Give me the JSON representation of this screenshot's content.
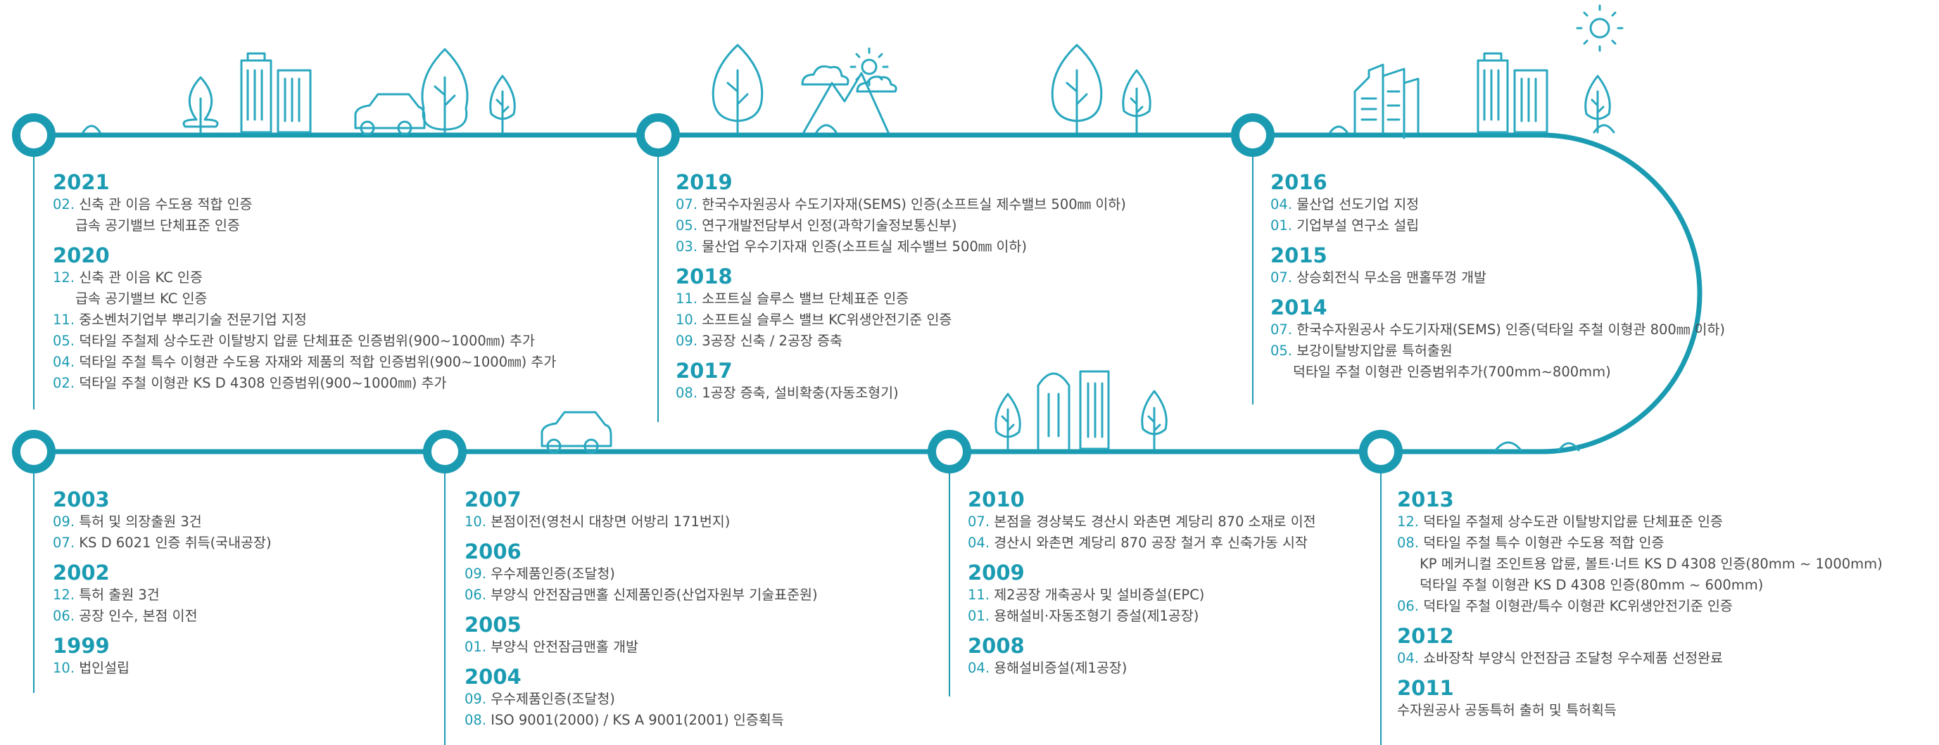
{
  "colors": {
    "accent": "#1b9bb2",
    "icon_stroke": "#2aa8bf",
    "text": "#4a4a4a"
  },
  "columns": [
    {
      "years": [
        {
          "year": "2021",
          "entries": [
            {
              "m": "02.",
              "t": "신축 관 이음 수도용 적합 인증"
            },
            {
              "m": "",
              "t": "급속 공기밸브 단체표준 인증",
              "cont": true
            }
          ]
        },
        {
          "year": "2020",
          "entries": [
            {
              "m": "12.",
              "t": "신축 관 이음 KC 인증"
            },
            {
              "m": "",
              "t": "급속 공기밸브 KC 인증",
              "cont": true
            },
            {
              "m": "11.",
              "t": "중소벤처기업부 뿌리기술 전문기업 지정"
            },
            {
              "m": "05.",
              "t": "덕타일 주철제 상수도관 이탈방지 압륜 단체표준 인증범위(900~1000㎜) 추가"
            },
            {
              "m": "04.",
              "t": "덕타일 주철 특수 이형관 수도용 자재와 제품의 적합 인증범위(900~1000㎜) 추가"
            },
            {
              "m": "02.",
              "t": "덕타일 주철 이형관 KS D 4308 인증범위(900~1000㎜) 추가"
            }
          ]
        }
      ]
    },
    {
      "years": [
        {
          "year": "2019",
          "entries": [
            {
              "m": "07.",
              "t": "한국수자원공사 수도기자재(SEMS) 인증(소프트실 제수밸브 500㎜ 이하)"
            },
            {
              "m": "05.",
              "t": "연구개발전담부서 인정(과학기술정보통신부)"
            },
            {
              "m": "03.",
              "t": "물산업 우수기자재 인증(소프트실 제수밸브 500㎜ 이하)"
            }
          ]
        },
        {
          "year": "2018",
          "entries": [
            {
              "m": "11.",
              "t": "소프트실 슬루스 밸브 단체표준 인증"
            },
            {
              "m": "10.",
              "t": "소프트실 슬루스 밸브 KC위생안전기준 인증"
            },
            {
              "m": "09.",
              "t": "3공장 신축 / 2공장 증축"
            }
          ]
        },
        {
          "year": "2017",
          "entries": [
            {
              "m": "08.",
              "t": "1공장 증축, 설비확충(자동조형기)"
            }
          ]
        }
      ]
    },
    {
      "years": [
        {
          "year": "2016",
          "entries": [
            {
              "m": "04.",
              "t": "물산업 선도기업 지정"
            },
            {
              "m": "01.",
              "t": "기업부설 연구소 설립"
            }
          ]
        },
        {
          "year": "2015",
          "entries": [
            {
              "m": "07.",
              "t": "상승회전식 무소음 맨홀뚜껑 개발"
            }
          ]
        },
        {
          "year": "2014",
          "entries": [
            {
              "m": "07.",
              "t": "한국수자원공사 수도기자재(SEMS) 인증(덕타일 주철 이형관 800㎜ 이하)"
            },
            {
              "m": "05.",
              "t": "보강이탈방지압륜 특허출원"
            },
            {
              "m": "",
              "t": "덕타일 주철 이형관 인증범위추가(700mm~800mm)",
              "cont": true
            }
          ]
        }
      ]
    },
    {
      "years": [
        {
          "year": "2003",
          "entries": [
            {
              "m": "09.",
              "t": "특허 및 의장출원 3건"
            },
            {
              "m": "07.",
              "t": "KS D 6021 인증 취득(국내공장)"
            }
          ]
        },
        {
          "year": "2002",
          "entries": [
            {
              "m": "12.",
              "t": "특허 출원 3건"
            },
            {
              "m": "06.",
              "t": "공장 인수, 본점 이전"
            }
          ]
        },
        {
          "year": "1999",
          "entries": [
            {
              "m": "10.",
              "t": "법인설립"
            }
          ]
        }
      ]
    },
    {
      "years": [
        {
          "year": "2007",
          "entries": [
            {
              "m": "10.",
              "t": "본점이전(영천시 대창면 어방리 171번지)"
            }
          ]
        },
        {
          "year": "2006",
          "entries": [
            {
              "m": "09.",
              "t": "우수제품인증(조달청)"
            },
            {
              "m": "06.",
              "t": "부양식 안전잠금맨홀 신제품인증(산업자원부 기술표준원)"
            }
          ]
        },
        {
          "year": "2005",
          "entries": [
            {
              "m": "01.",
              "t": "부양식 안전잠금맨홀 개발"
            }
          ]
        },
        {
          "year": "2004",
          "entries": [
            {
              "m": "09.",
              "t": "우수제품인증(조달청)"
            },
            {
              "m": "08.",
              "t": "ISO 9001(2000) / KS A 9001(2001) 인증획득"
            }
          ]
        }
      ]
    },
    {
      "years": [
        {
          "year": "2010",
          "entries": [
            {
              "m": "07.",
              "t": "본점을 경상북도 경산시 와촌면 계당리 870 소재로 이전"
            },
            {
              "m": "04.",
              "t": "경산시 와촌면 계당리 870 공장 철거 후 신축가동 시작"
            }
          ]
        },
        {
          "year": "2009",
          "entries": [
            {
              "m": "11.",
              "t": "제2공장 개축공사 및 설비증설(EPC)"
            },
            {
              "m": "01.",
              "t": "용해설비·자동조형기 증설(제1공장)"
            }
          ]
        },
        {
          "year": "2008",
          "entries": [
            {
              "m": "04.",
              "t": "용해설비증설(제1공장)"
            }
          ]
        }
      ]
    },
    {
      "years": [
        {
          "year": "2013",
          "entries": [
            {
              "m": "12.",
              "t": "덕타일 주철제 상수도관 이탈방지압륜 단체표준 인증"
            },
            {
              "m": "08.",
              "t": "덕타일 주철 특수 이형관 수도용 적합 인증"
            },
            {
              "m": "",
              "t": "KP 메커니컬 조인트용 압륜, 볼트·너트 KS D 4308 인증(80mm ~ 1000mm)",
              "cont": true
            },
            {
              "m": "",
              "t": "덕타일 주철 이형관 KS D 4308 인증(80mm ~ 600mm)",
              "cont": true
            },
            {
              "m": "06.",
              "t": "덕타일 주철 이형관/특수 이형관 KC위생안전기준 인증"
            }
          ]
        },
        {
          "year": "2012",
          "entries": [
            {
              "m": "04.",
              "t": "쇼바장착 부양식 안전잠금 조달청 우수제품 선정완료"
            }
          ]
        },
        {
          "year": "2011",
          "entries": [
            {
              "m": "",
              "t": "수자원공사 공동특허 출허 및 특허획득"
            }
          ]
        }
      ]
    }
  ]
}
